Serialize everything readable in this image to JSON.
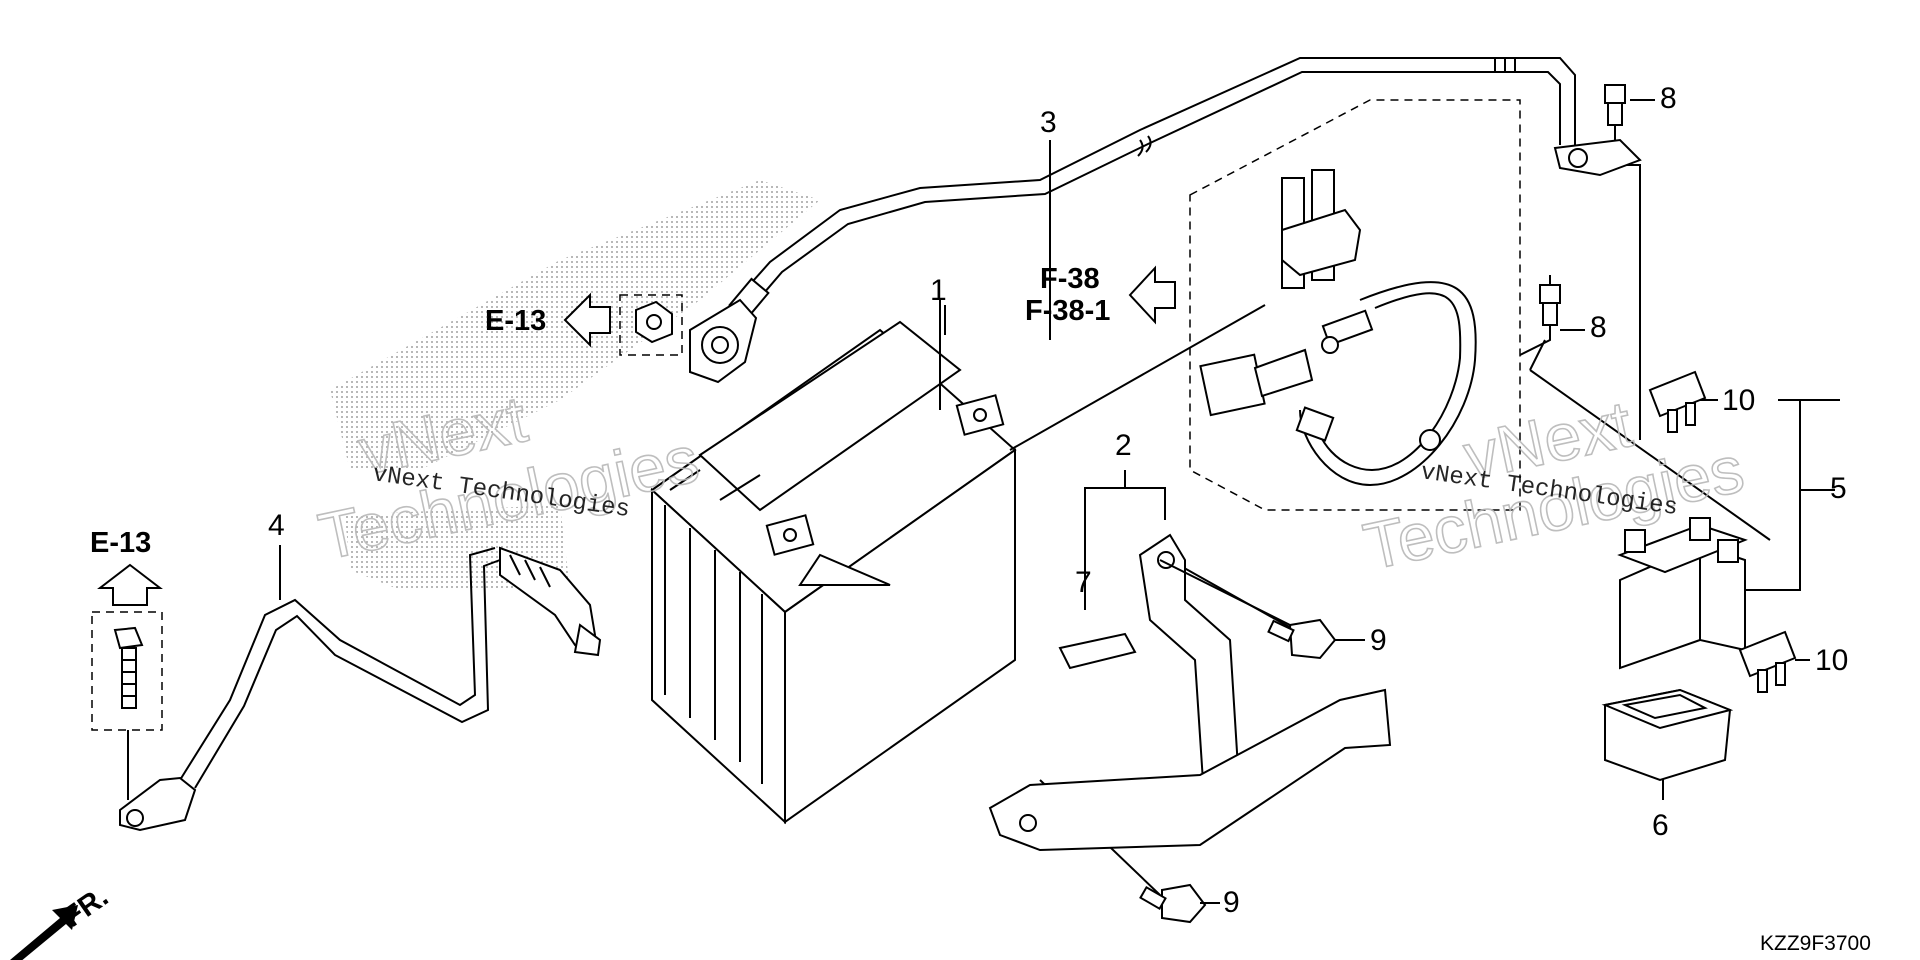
{
  "callouts": {
    "c1": "1",
    "c2": "2",
    "c3": "3",
    "c4": "4",
    "c5": "5",
    "c6": "6",
    "c7": "7",
    "c8a": "8",
    "c8b": "8",
    "c9a": "9",
    "c9b": "9",
    "c10a": "10",
    "c10b": "10"
  },
  "refs": {
    "e13_top": "E-13",
    "e13_left": "E-13",
    "f38": "F-38",
    "f38_1": "F-38-1",
    "front": "FR."
  },
  "diagram_code": "KZZ9F3700",
  "watermarks": {
    "left_big_1": "vNext",
    "left_big_2": "Technologies",
    "left_small": "vNext Technologies",
    "right_big_1": "vNext",
    "right_big_2": "Technologies",
    "right_small": "vNext Technologies"
  },
  "colors": {
    "line": "#000000",
    "background": "#ffffff",
    "watermark": "#b8b8b8"
  }
}
